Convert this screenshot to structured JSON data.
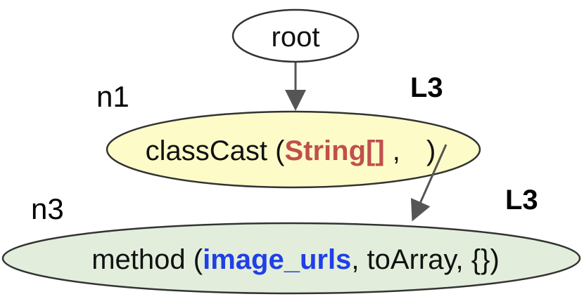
{
  "nodes": {
    "root": {
      "label": "root",
      "fill": "#ffffff",
      "stroke": "#333333"
    },
    "n1": {
      "id_label": "n1",
      "level_label": "L3",
      "text_prefix": "classCast (",
      "text_highlight": "String[]",
      "text_middle": " , ",
      "text_suffix": ")",
      "highlight_color": "#c0504d",
      "fill": "#fdfcc8",
      "stroke": "#333333"
    },
    "n3": {
      "id_label": "n3",
      "level_label": "L3",
      "text_prefix": "method (",
      "text_highlight": "image_urls",
      "text_suffix": ", toArray, {})",
      "highlight_color": "#1f3fe8",
      "fill": "#e2eedb",
      "stroke": "#333333"
    }
  },
  "edge_color": "#555555"
}
